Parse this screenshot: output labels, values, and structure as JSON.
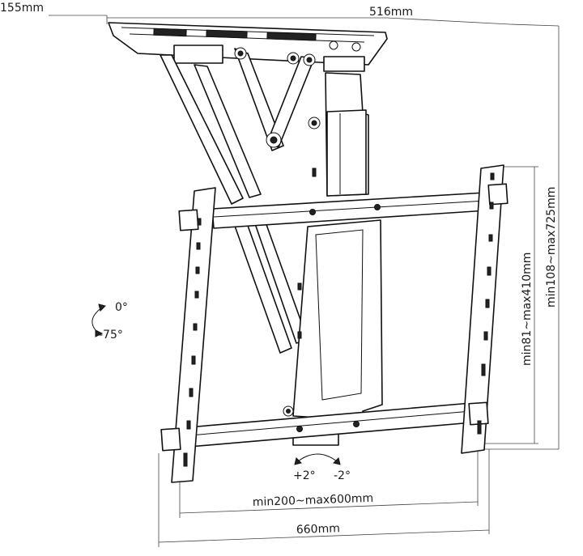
{
  "dimensions": {
    "ceiling_depth": "155mm",
    "ceiling_width": "516mm",
    "vertical_vesa": "min81~max410mm",
    "drop_height": "min108~max725mm",
    "horizontal_vesa": "min200~max600mm",
    "overall_width": "660mm"
  },
  "tilt": {
    "upper": "0°",
    "lower": "-75°"
  },
  "swivel": {
    "left": "+2°",
    "right": "-2°"
  }
}
